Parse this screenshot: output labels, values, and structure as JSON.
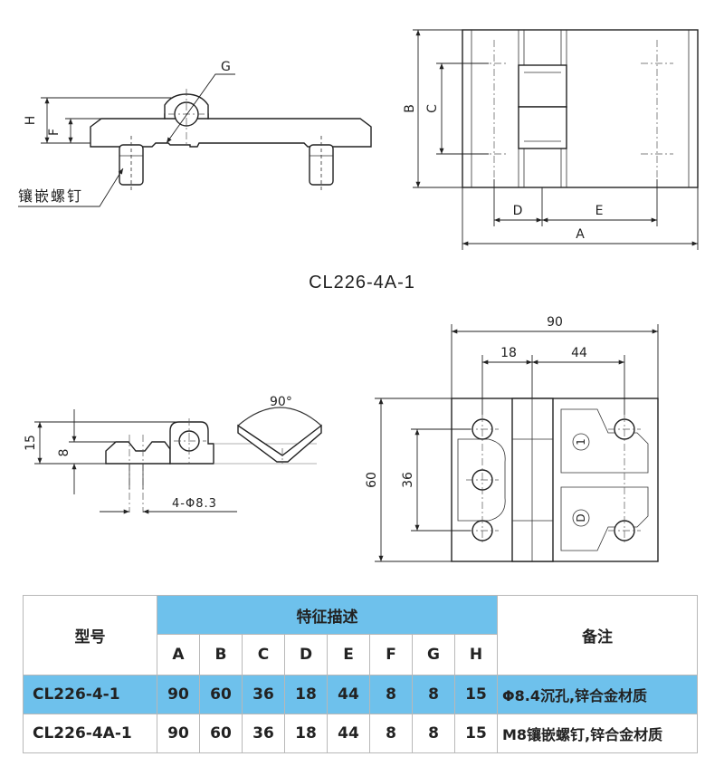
{
  "top_drawing": {
    "labels": {
      "G": "G",
      "H": "H",
      "F": "F",
      "insert_screw": "镶嵌螺钉"
    },
    "dims": {
      "A": "A",
      "B": "B",
      "C": "C",
      "D": "D",
      "E": "E"
    }
  },
  "model_title": "CL226-4A-1",
  "bottom_drawing": {
    "angle": "90°",
    "dim_15": "15",
    "dim_8": "8",
    "hole_note": "4-Φ8.3",
    "dim_90": "90",
    "dim_18": "18",
    "dim_44": "44",
    "dim_60": "60",
    "dim_36": "36",
    "circle_1": "1",
    "circle_2": "D"
  },
  "table": {
    "model_header": "型号",
    "feature_header": "特征描述",
    "note_header": "备注",
    "columns": [
      "A",
      "B",
      "C",
      "D",
      "E",
      "F",
      "G",
      "H"
    ],
    "rows": [
      {
        "model": "CL226-4-1",
        "values": [
          "90",
          "60",
          "36",
          "18",
          "44",
          "8",
          "8",
          "15"
        ],
        "note": "Φ8.4沉孔,锌合金材质"
      },
      {
        "model": "CL226-4A-1",
        "values": [
          "90",
          "60",
          "36",
          "18",
          "44",
          "8",
          "8",
          "15"
        ],
        "note": "M8镶嵌螺钉,锌合金材质"
      }
    ]
  },
  "colors": {
    "table_highlight": "#6ec1ec"
  }
}
